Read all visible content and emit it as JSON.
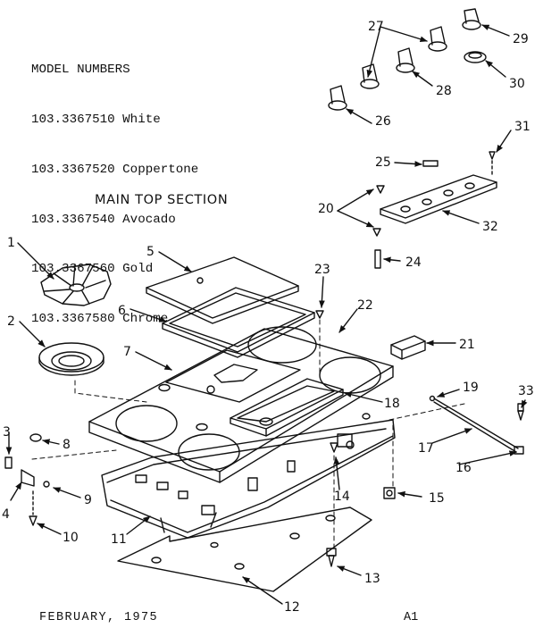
{
  "model_header": "MODEL NUMBERS",
  "models": [
    {
      "number": "103.3367510",
      "color": "White"
    },
    {
      "number": "103.3367520",
      "color": "Coppertone"
    },
    {
      "number": "103.3367540",
      "color": "Avocado"
    },
    {
      "number": "103.3367560",
      "color": "Gold"
    },
    {
      "number": "103.3367580",
      "color": "Chrome"
    }
  ],
  "section_title": "MAIN TOP SECTION",
  "footer": {
    "date": "FEBRUARY, 1975",
    "page": "A1"
  },
  "callouts": [
    "1",
    "2",
    "3",
    "4",
    "5",
    "6",
    "7",
    "8",
    "9",
    "10",
    "11",
    "12",
    "13",
    "14",
    "15",
    "16",
    "17",
    "18",
    "19",
    "20",
    "21",
    "22",
    "23",
    "24",
    "25",
    "26",
    "27",
    "28",
    "29",
    "30",
    "31",
    "32",
    "33"
  ]
}
